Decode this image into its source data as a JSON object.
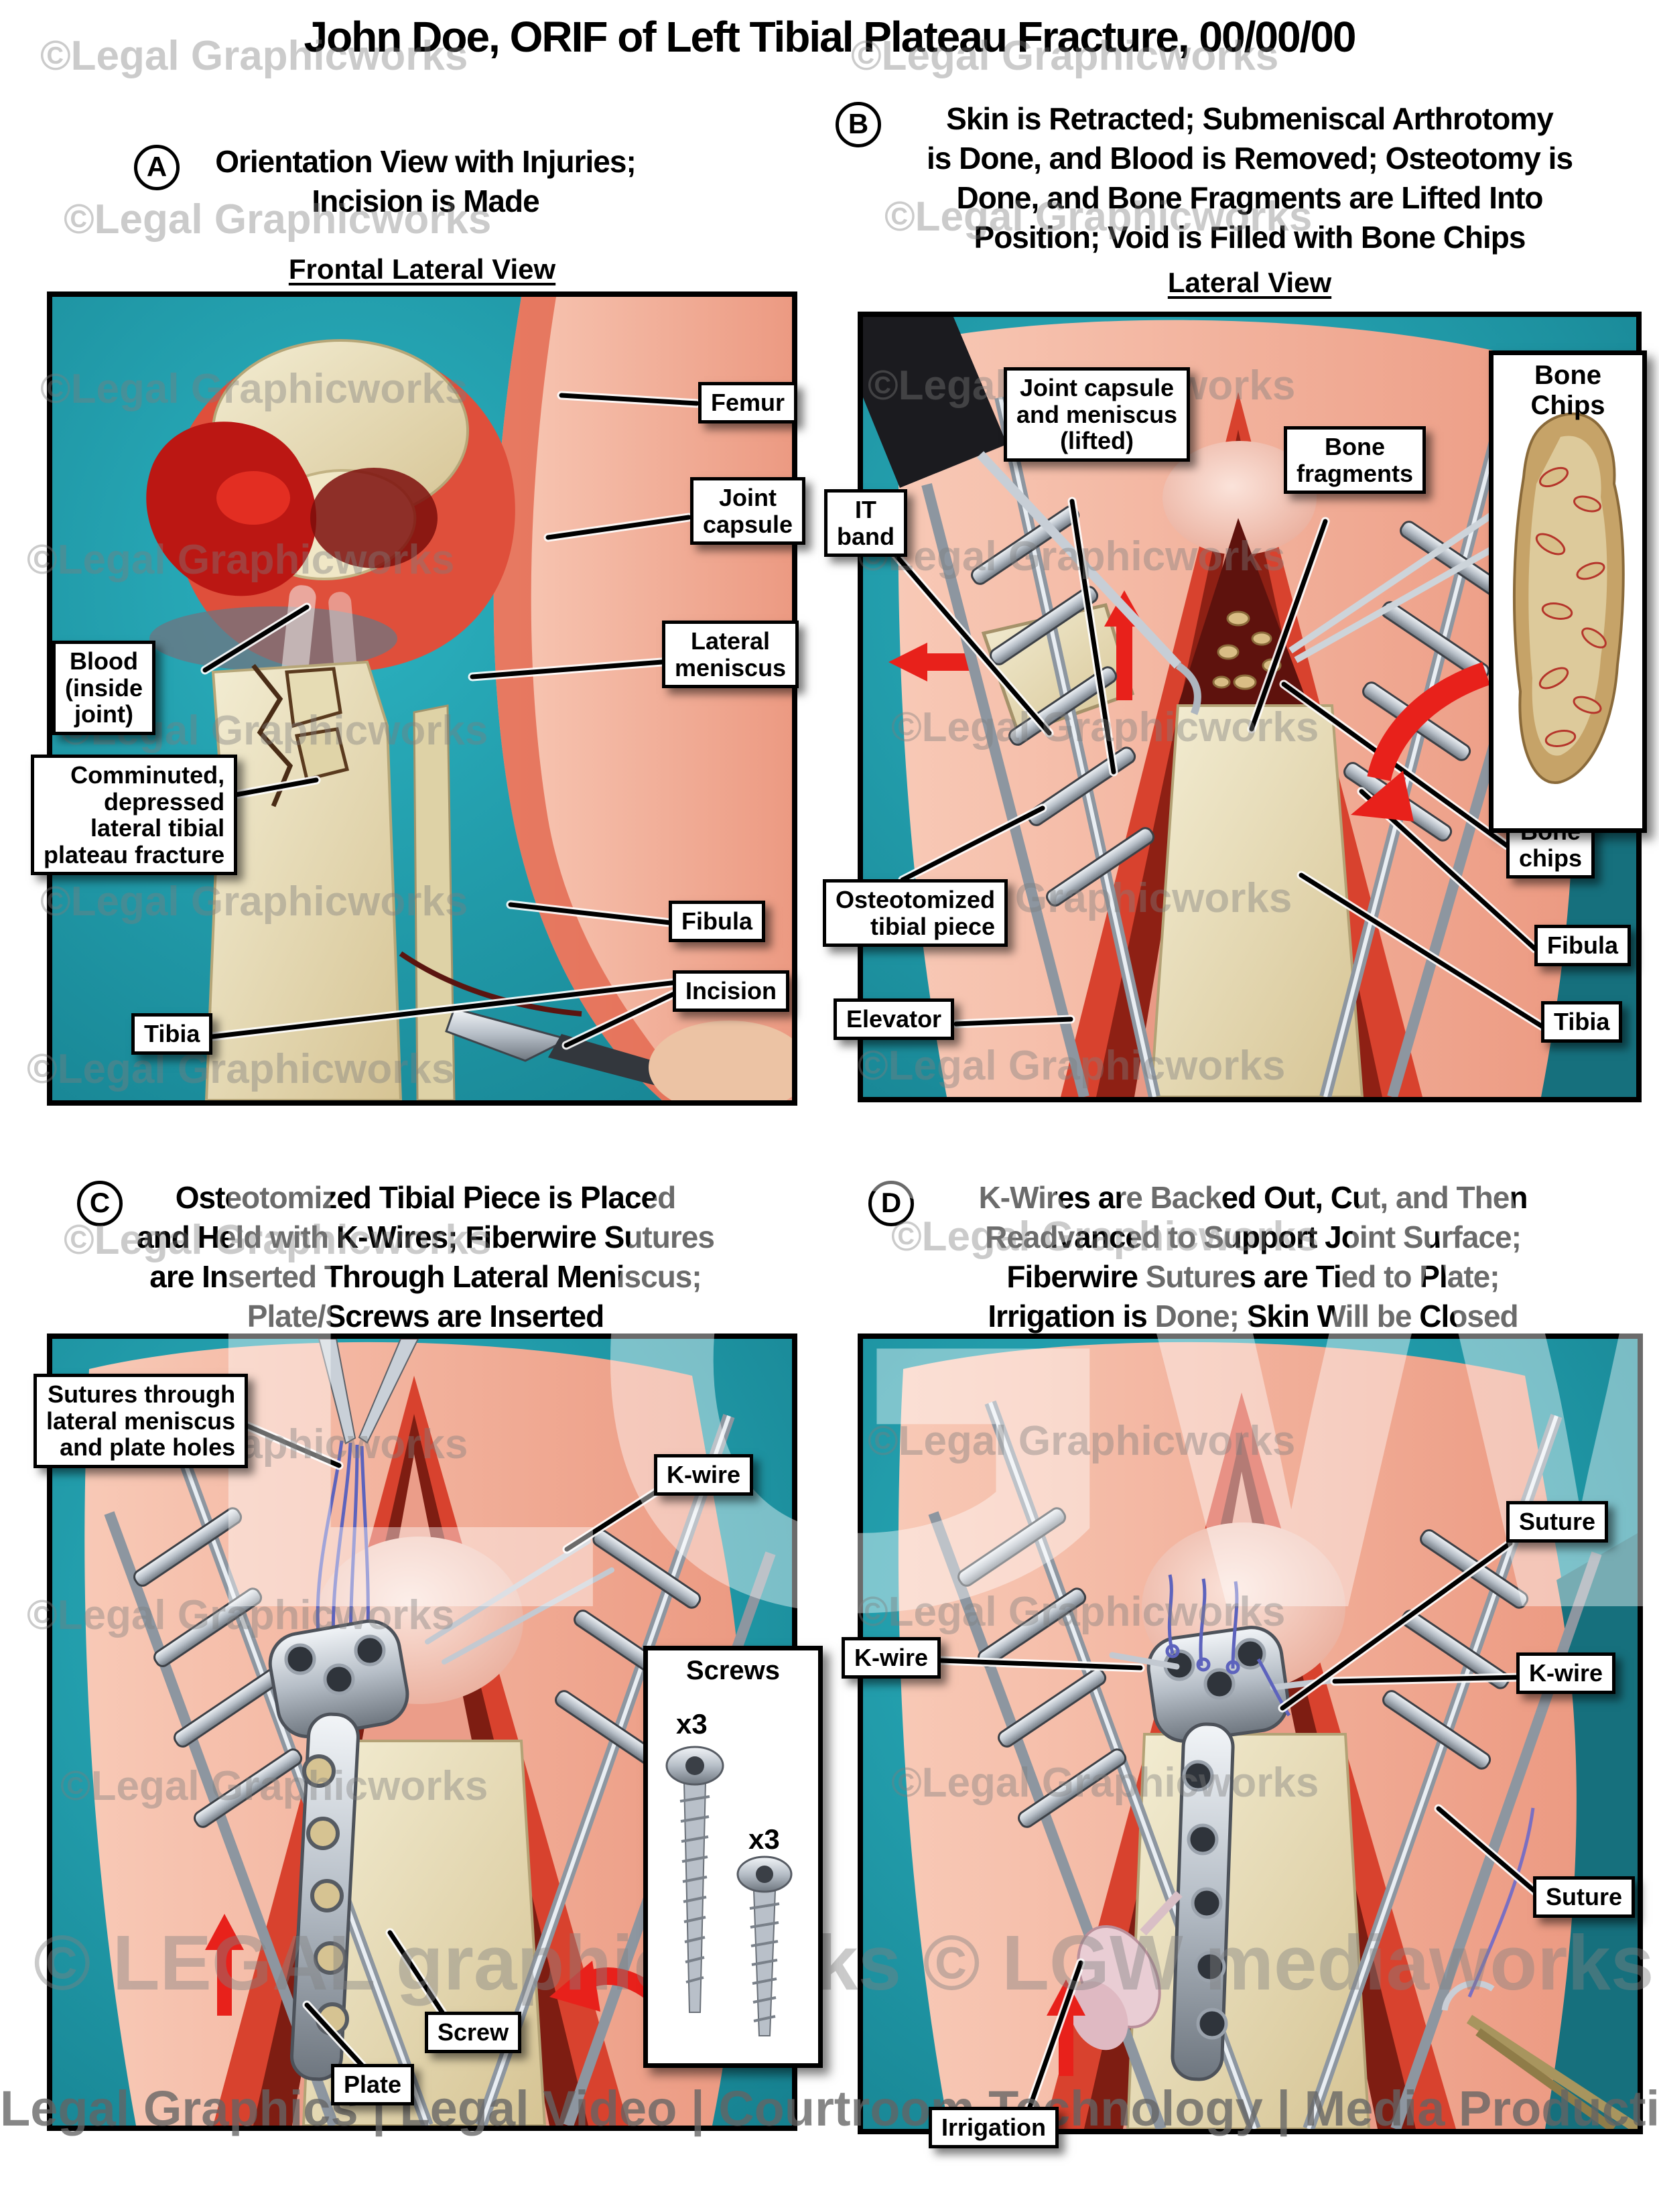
{
  "page": {
    "title": "John Doe, ORIF of Left Tibial Plateau Fracture, 00/00/00",
    "footer": "Legal Graphics | Legal Video | Courtroom Technology | Media Production",
    "watermark": "©Legal Graphicworks",
    "watermark_big": "LGW",
    "watermark_bottom": "© LEGAL graphicworks      © LGW mediaworks",
    "colors": {
      "teal_background": "#1e9fae",
      "skin": "#f4b39f",
      "muscle_red": "#df4f3b",
      "bone_cream": "#eae2bd",
      "blood_red": "#bb1713",
      "arrow_red": "#e8211b",
      "suture_blue": "#5d63bd",
      "metal_gray": "#aab3bd",
      "watermark_gray": "#9a9a9a"
    }
  },
  "panels": {
    "a": {
      "letter": "A",
      "heading": "Orientation View with Injuries;\nIncision is Made",
      "subtitle": "Frontal Lateral View",
      "labels": {
        "femur": "Femur",
        "joint_capsule": "Joint\ncapsule",
        "lateral_meniscus": "Lateral\nmeniscus",
        "blood": "Blood\n(inside\njoint)",
        "fracture": "Comminuted,\ndepressed\nlateral tibial\nplateau fracture",
        "fibula": "Fibula",
        "incision": "Incision",
        "tibia": "Tibia"
      }
    },
    "b": {
      "letter": "B",
      "heading": "Skin is Retracted; Submeniscal Arthrotomy\nis Done, and Blood is Removed; Osteotomy is\nDone, and Bone Fragments are Lifted Into\nPosition; Void is Filled with Bone Chips",
      "subtitle": "Lateral View",
      "labels": {
        "joint_capsule_meniscus": "Joint capsule\nand meniscus\n(lifted)",
        "bone_fragments": "Bone\nfragments",
        "it_band": "IT\nband",
        "osteotomized": "Osteotomized\ntibial piece",
        "elevator": "Elevator",
        "bone_chips": "Bone\nchips",
        "fibula": "Fibula",
        "tibia": "Tibia"
      },
      "inset": {
        "title": "Bone Chips"
      }
    },
    "c": {
      "letter": "C",
      "heading": "Osteotomized Tibial Piece is Placed\nand Held with K-Wires; Fiberwire Sutures\nare Inserted Through Lateral Meniscus;\nPlate/Screws are Inserted",
      "labels": {
        "sutures": "Sutures through\nlateral meniscus\nand plate holes",
        "k_wire": "K-wire",
        "screw": "Screw",
        "plate": "Plate"
      },
      "inset": {
        "title": "Screws",
        "count1": "x3",
        "count2": "x3"
      }
    },
    "d": {
      "letter": "D",
      "heading": "K-Wires are Backed Out, Cut, and Then\nReadvanced to Support Joint Surface;\nFiberwire Sutures are Tied to Plate;\nIrrigation is Done; Skin Will be Closed",
      "labels": {
        "suture_top": "Suture",
        "k_wire_left": "K-wire",
        "k_wire_right": "K-wire",
        "suture_bottom": "Suture",
        "irrigation": "Irrigation"
      }
    }
  }
}
